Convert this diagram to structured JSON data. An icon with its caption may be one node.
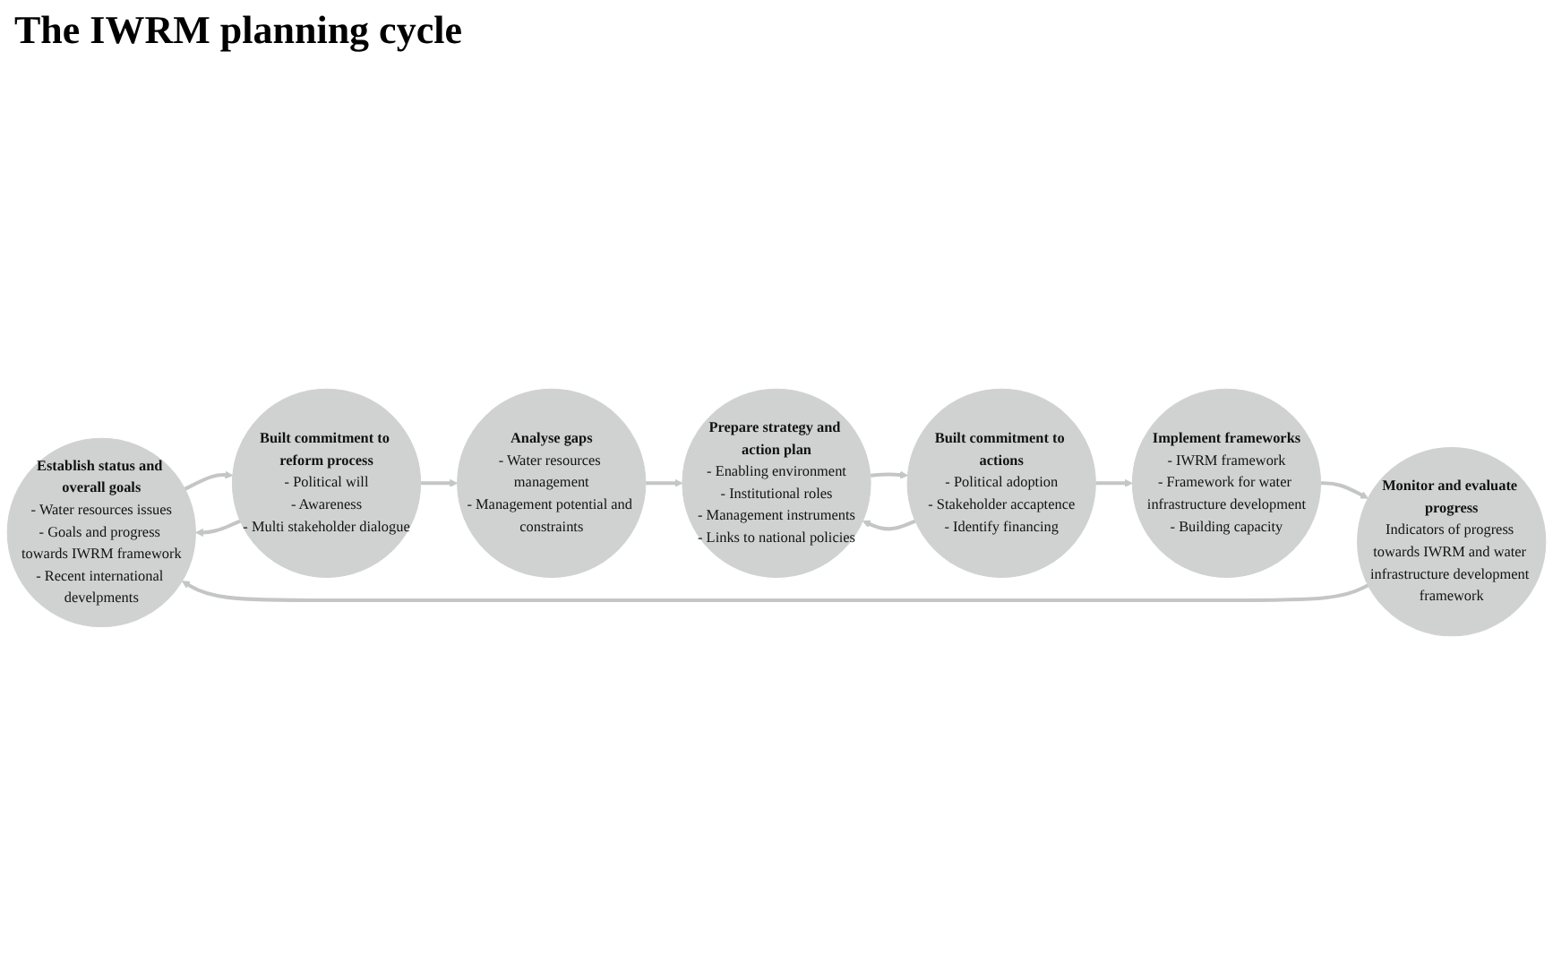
{
  "diagram": {
    "title": "The IWRM planning cycle",
    "nodes": [
      {
        "text": [
          "Establish status and overall goals",
          "- Water resources issues",
          "- Goals and progress towards IWRM framework",
          "- Recent international develpments"
        ]
      },
      {
        "text": [
          "Built commitment to reform process",
          "- Political will",
          "- Awareness",
          "- Multi stakeholder dialogue"
        ]
      },
      {
        "text": [
          "Analyse gaps",
          "- Water resources management",
          "- Management potential and constraints"
        ]
      },
      {
        "text": [
          "Prepare strategy and action plan",
          "- Enabling environment",
          "- Institutional roles",
          "- Management instruments",
          "- Links to national policies"
        ]
      },
      {
        "text": [
          "Built commitment to actions",
          "- Political adoption",
          "- Stakeholder accaptence",
          "- Identify financing"
        ]
      },
      {
        "text": [
          "Implement frameworks",
          "- IWRM framework",
          "- Framework for water infrastructure development",
          "- Building capacity"
        ]
      },
      {
        "text": [
          "Monitor and evaluate progress",
          "Indicators of progress towards IWRM and water infrastructure development framework"
        ]
      }
    ],
    "edges": [
      {
        "from": 6,
        "to": 0,
        "arrow": "to"
      },
      {
        "from": 0,
        "to": 1,
        "arrow": "to"
      },
      {
        "from": 1,
        "to": 0,
        "arrow": "to"
      },
      {
        "from": 1,
        "to": 2,
        "arrow": "to"
      },
      {
        "from": 2,
        "to": 3,
        "arrow": "to"
      },
      {
        "from": 4,
        "to": 3,
        "arrow": "to"
      },
      {
        "from": 3,
        "to": 4,
        "arrow": "to"
      },
      {
        "from": 4,
        "to": 5,
        "arrow": "to"
      },
      {
        "from": 5,
        "to": 6,
        "arrow": "to"
      }
    ]
  }
}
